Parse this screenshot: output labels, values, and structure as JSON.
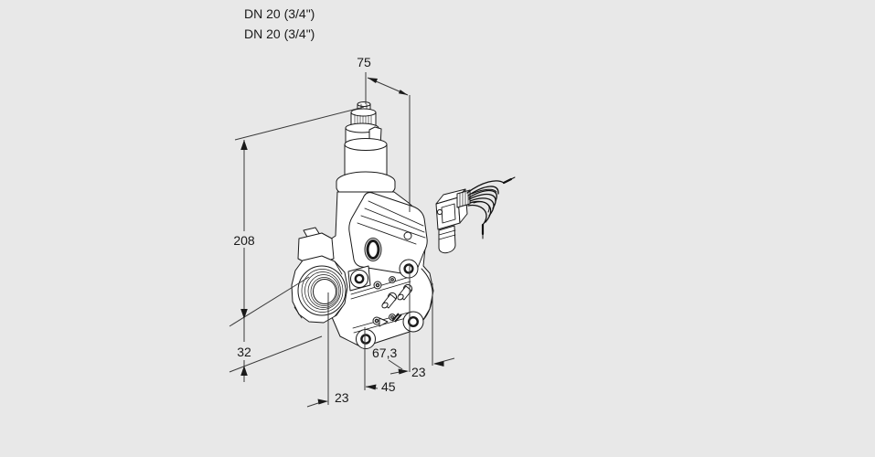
{
  "background_color": "#e8e8e8",
  "line_color": "#1a1a1a",
  "labels": {
    "dn_line_1": "DN 20 (3/4\")",
    "dn_line_2": "DN 20 (3/4\")"
  },
  "dimensions": {
    "top_width": "75",
    "overall_height": "208",
    "lower_height": "32",
    "bottom_left_offset": "23",
    "bottom_mid_width": "45",
    "bottom_right_offset": "23",
    "depth": "67,3"
  },
  "drawing": {
    "subject": "Isometric line drawing of a gas solenoid valve with threaded flange, bolted body, adjustment cap and detached electrical plug connector with wire leads"
  }
}
